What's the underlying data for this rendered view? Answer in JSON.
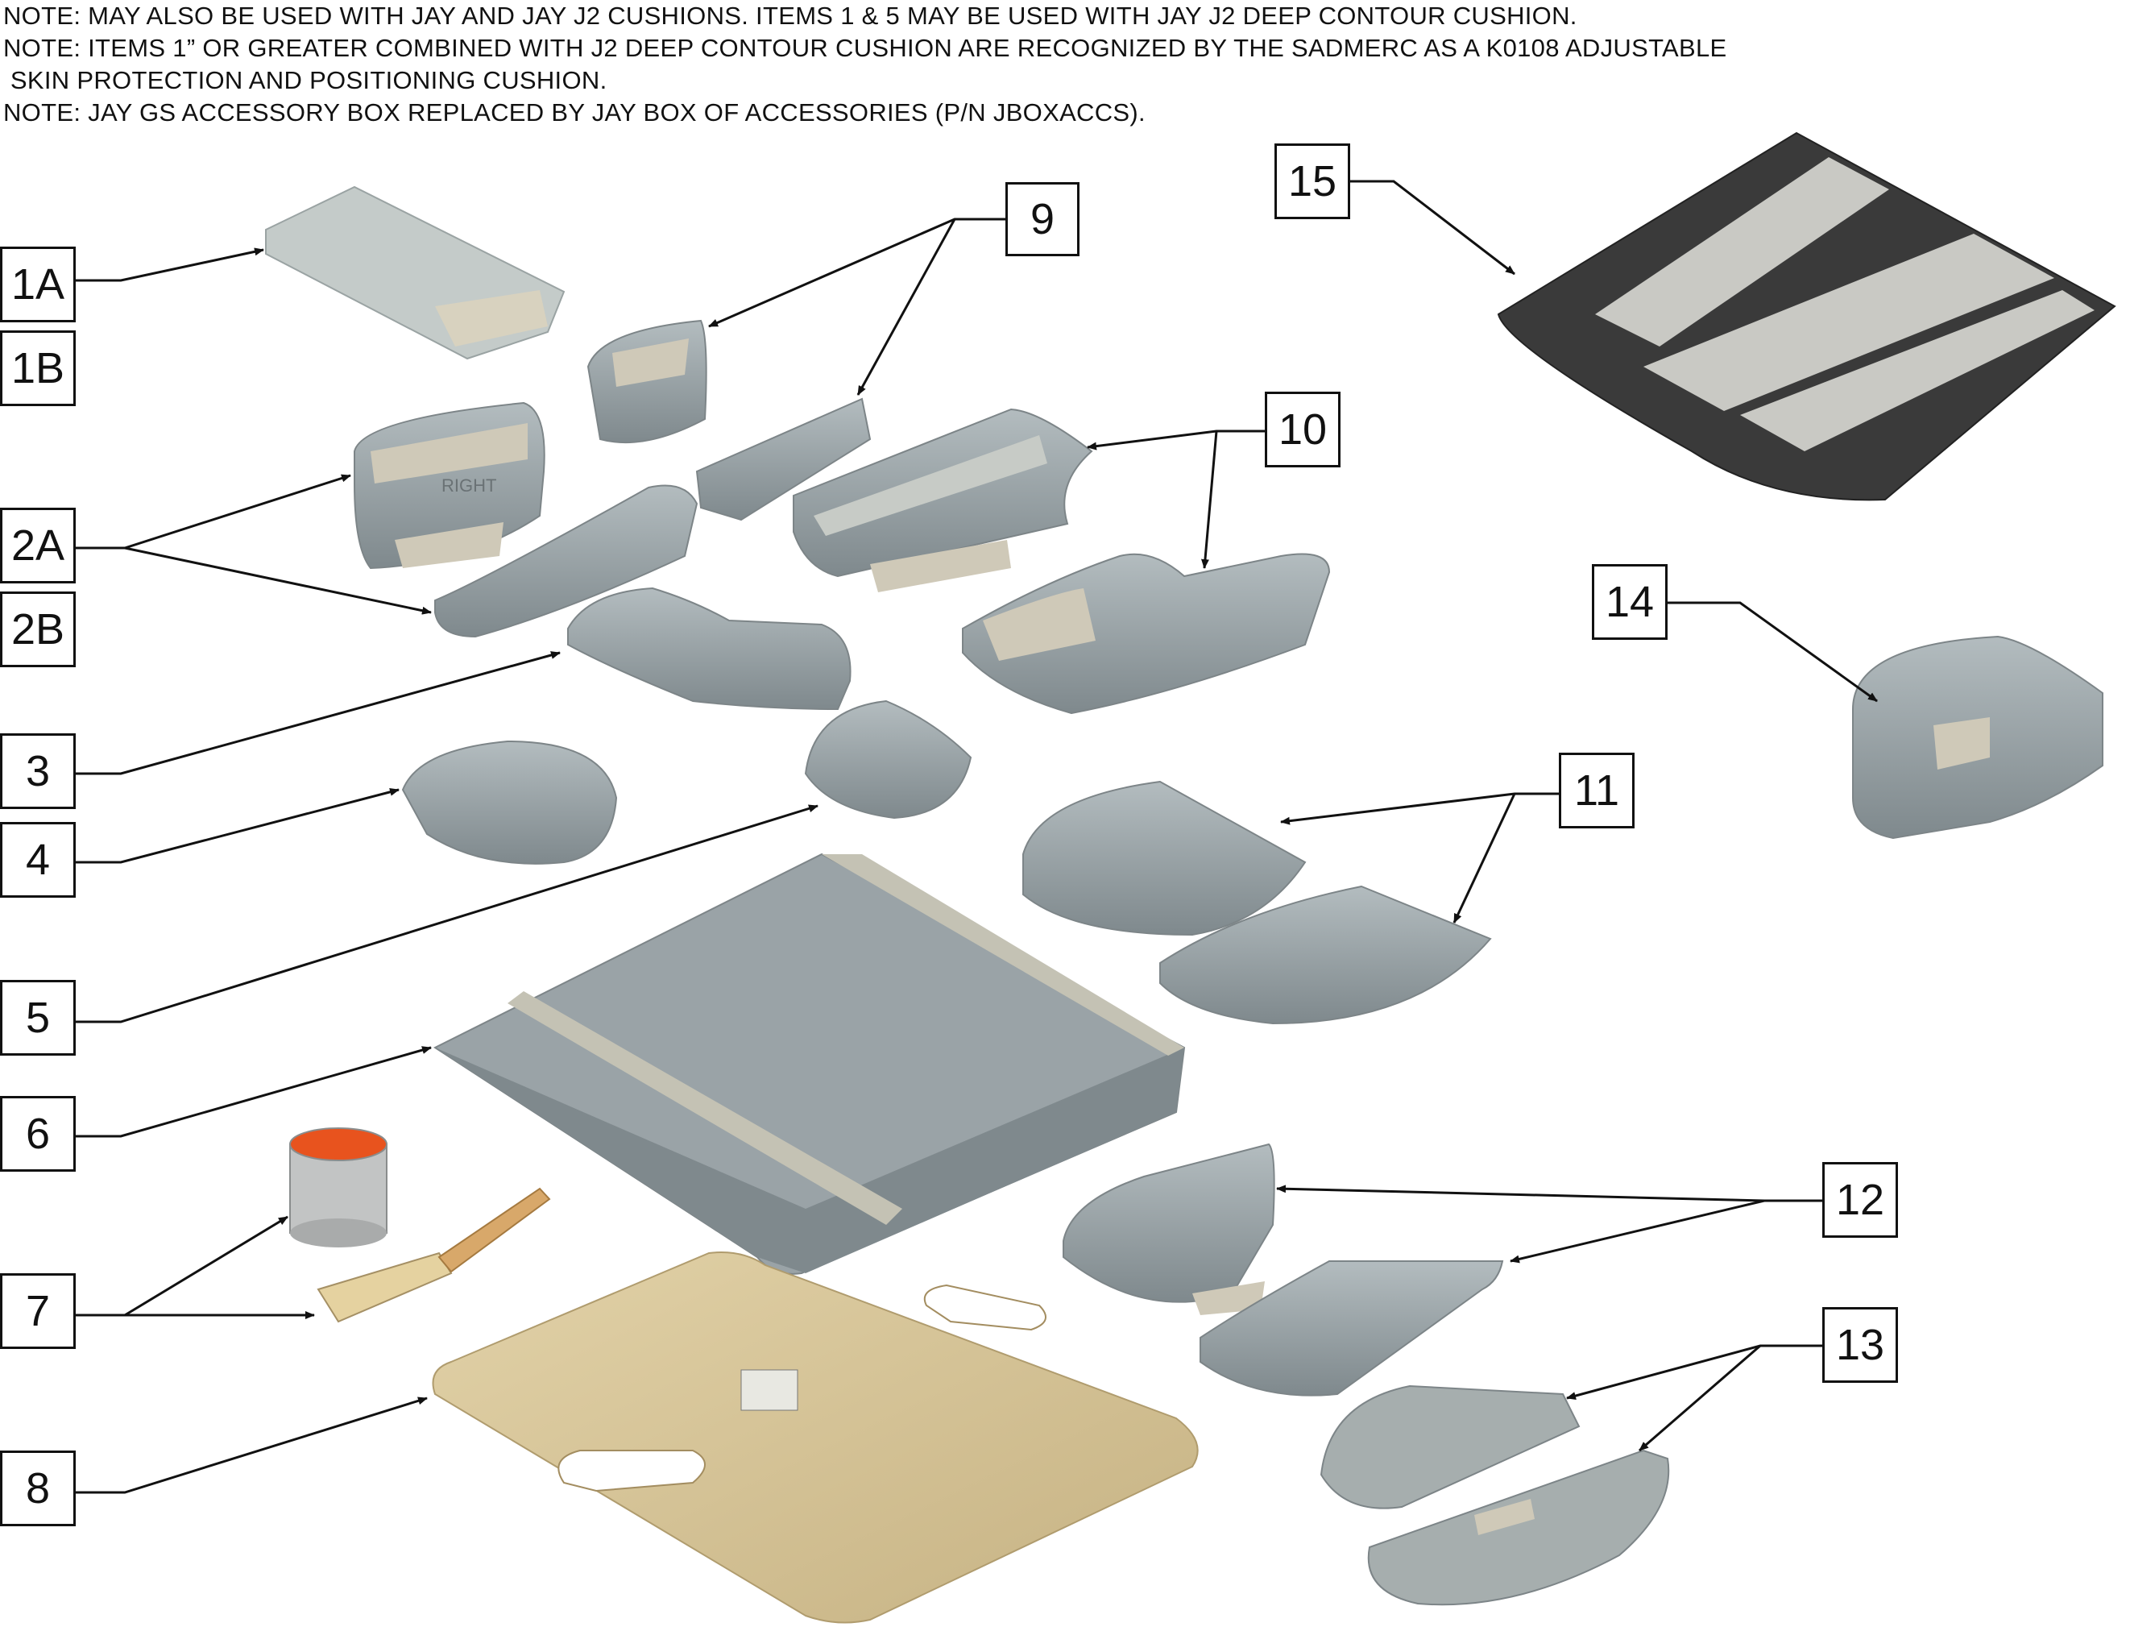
{
  "notes": [
    "NOTE: MAY ALSO BE USED WITH JAY AND JAY J2 CUSHIONS. ITEMS 1 & 5 MAY BE USED WITH JAY J2 DEEP CONTOUR CUSHION.",
    "NOTE: ITEMS 1” OR GREATER COMBINED WITH J2 DEEP CONTOUR CUSHION ARE RECOGNIZED BY THE SADMERC AS A K0108 ADJUSTABLE",
    " SKIN PROTECTION AND POSITIONING CUSHION.",
    "NOTE: JAY GS ACCESSORY BOX REPLACED BY JAY BOX OF ACCESSORIES (P/N JBOXACCS)."
  ],
  "callouts": {
    "c1a": "1A",
    "c1b": "1B",
    "c2a": "2A",
    "c2b": "2B",
    "c3": "3",
    "c4": "4",
    "c5": "5",
    "c6": "6",
    "c7": "7",
    "c8": "8",
    "c9": "9",
    "c10": "10",
    "c11": "11",
    "c12": "12",
    "c13": "13",
    "c14": "14",
    "c15": "15"
  },
  "part_labels": {
    "right": "RIGHT"
  },
  "colors": {
    "foam_gray": "#8f9a9e",
    "foam_light": "#aeb8bb",
    "velcro": "#cfc9b8",
    "wood": "#d4c196",
    "dark_pad": "#3a3a3a",
    "pad_light": "#c9c9c4",
    "can_orange": "#e8531e"
  }
}
